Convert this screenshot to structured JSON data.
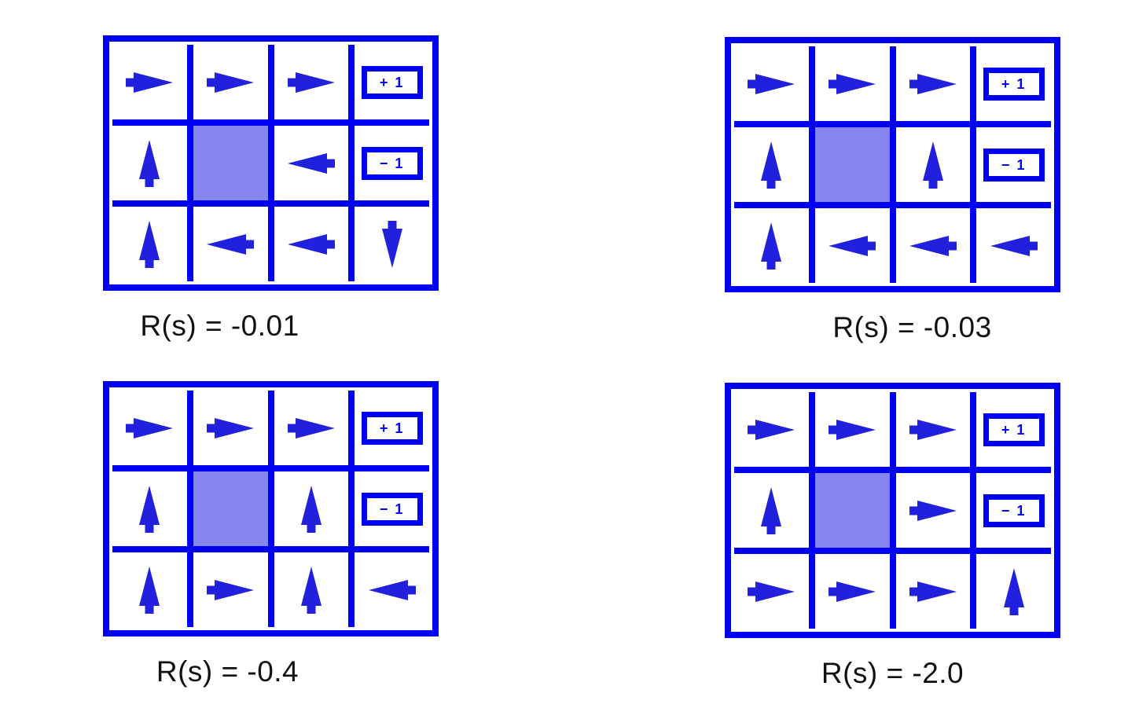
{
  "colors": {
    "background": "#ffffff",
    "line_blue": "#0000f2",
    "arrow_blue": "#2121dd",
    "wall_fill": "#8585f0",
    "label_text": "#111111"
  },
  "terminal_labels": {
    "terminal-plus": "+ 1",
    "terminal-minus": "− 1"
  },
  "panels": [
    {
      "id": "top-left",
      "label": "R(s) = -0.01",
      "cells": [
        [
          "right",
          "right",
          "right",
          "terminal-plus"
        ],
        [
          "up",
          "wall",
          "left",
          "terminal-minus"
        ],
        [
          "up",
          "left",
          "left",
          "down"
        ]
      ]
    },
    {
      "id": "top-right",
      "label": "R(s) = -0.03",
      "cells": [
        [
          "right",
          "right",
          "right",
          "terminal-plus"
        ],
        [
          "up",
          "wall",
          "up",
          "terminal-minus"
        ],
        [
          "up",
          "left",
          "left",
          "left"
        ]
      ]
    },
    {
      "id": "bottom-left",
      "label": "R(s) = -0.4",
      "cells": [
        [
          "right",
          "right",
          "right",
          "terminal-plus"
        ],
        [
          "up",
          "wall",
          "up",
          "terminal-minus"
        ],
        [
          "up",
          "right",
          "up",
          "left"
        ]
      ]
    },
    {
      "id": "bottom-right",
      "label": "R(s) = -2.0",
      "cells": [
        [
          "right",
          "right",
          "right",
          "terminal-plus"
        ],
        [
          "up",
          "wall",
          "right",
          "terminal-minus"
        ],
        [
          "right",
          "right",
          "right",
          "up"
        ]
      ]
    }
  ]
}
